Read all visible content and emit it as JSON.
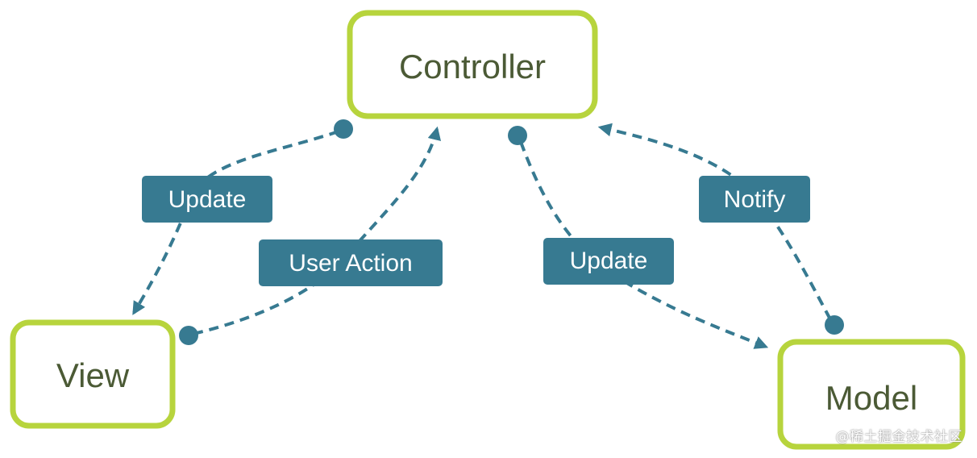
{
  "colors": {
    "node_border": "#b7d43d",
    "node_text": "#4b5a35",
    "edge": "#377a91",
    "label_bg": "#377a91",
    "label_text": "#ffffff"
  },
  "nodes": {
    "controller": "Controller",
    "view": "View",
    "model": "Model"
  },
  "edges": {
    "controller_to_view": "Update",
    "view_to_controller": "User Action",
    "controller_to_model": "Update",
    "model_to_controller": "Notify"
  },
  "watermark": "@稀土掘金技术社区"
}
